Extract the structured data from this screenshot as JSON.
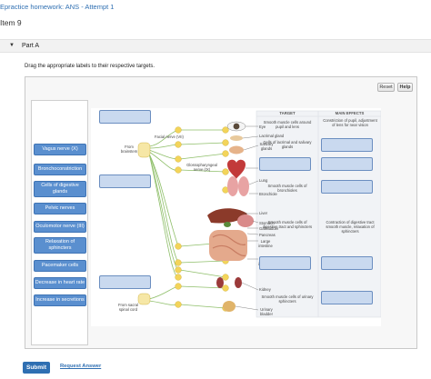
{
  "header": {
    "breadcrumb": "Epractice homework: ANS - Attempt 1",
    "item_title": "Item 9"
  },
  "part": {
    "label": "Part A",
    "caret": "▼"
  },
  "instructions": "Drag the appropriate labels to their respective targets.",
  "controls": {
    "reset_label": "Reset",
    "help_label": "Help"
  },
  "labels": [
    "Vagus nerve (X)",
    "Bronchoconstriction",
    "Cells of digestive glands",
    "Pelvic nerves",
    "Oculomotor nerve (III)",
    "Relaxation of sphincters",
    "Pacemaker cells",
    "Decrease in heart rate",
    "Increase in secretions"
  ],
  "figure": {
    "column_target": "TARGET",
    "column_effects": "MAIN EFFECTS",
    "facial_nerve": "Facial nerve (VII)",
    "glossopharyngeal": "Glossopharyngeal nerve (IX)",
    "from_brainstem": "From brainstem",
    "from_sacral": "From sacral spinal cord",
    "organs": {
      "eye": "Eye",
      "lacrimal": "Lacrimal gland",
      "salivary": "Salivary glands",
      "heart": "Heart",
      "lung": "Lung",
      "bronchiole": "Bronchiole",
      "liver": "Liver",
      "stomach": "Stomach",
      "gallbladder": "Gallbladder",
      "pancreas": "Pancreas",
      "large_intestine": "Large intestine",
      "small_intestine": "Small intestine",
      "kidney": "Kidney",
      "urinary_bladder": "Urinary bladder"
    },
    "targets": {
      "eye": "Smooth muscle cells around pupil and lens",
      "glands": "Cells of lacrimal and salivary glands",
      "bronchioles": "Smooth muscle cells of bronchioles",
      "digestive": "Smooth muscle cells of digestive tract and sphincters",
      "urinary": "Smooth muscle cells of urinary sphincters"
    },
    "effects": {
      "eye": "Constriction of pupil, adjustment of lens for near vision",
      "digestive": "Contraction of digestive tract smooth muscle, relaxation of sphincters"
    }
  },
  "footer": {
    "submit_label": "Submit",
    "request_label": "Request Answer"
  }
}
